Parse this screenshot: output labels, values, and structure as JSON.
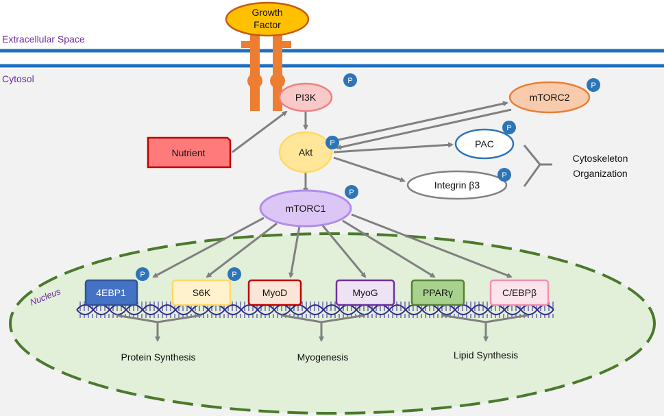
{
  "zones": {
    "extracellular": "Extracellular Space",
    "cytosol": "Cytosol",
    "nucleus": "Nucleus"
  },
  "phospho_label": "P",
  "nodes": {
    "growth_factor_line1": "Growth",
    "growth_factor_line2": "Factor",
    "pi3k": "PI3K",
    "nutrient": "Nutrient",
    "akt": "Akt",
    "mtorc2": "mTORC2",
    "pac": "PAC",
    "integrin": "Integrin β3",
    "cytoskeleton_line1": "Cytoskeleton",
    "cytoskeleton_line2": "Organization",
    "mtorc1": "mTORC1"
  },
  "nuclear_factors": [
    "4EBP1",
    "S6K",
    "MyoD",
    "MyoG",
    "PPARγ",
    "C/EBPβ"
  ],
  "outcomes": {
    "protein_synthesis": "Protein Synthesis",
    "myogenesis": "Myogenesis",
    "lipid_synthesis": "Lipid Synthesis"
  },
  "colors": {
    "membrane": "#1f6fc1",
    "cytosol": "#f2f2f2",
    "nucleus_fill": "#e2efd9",
    "nucleus_border": "#4a7a2c",
    "growth_factor": "#ffc000",
    "receptor": "#ed7d31",
    "pi3k": "#f8c9c9",
    "nutrient": "#ff7b7b",
    "akt": "#ffe699",
    "mtorc2": "#f8cbad",
    "mtorc1": "#dcc6f5",
    "phospho": "#2e75b6",
    "arrow": "#808080"
  }
}
